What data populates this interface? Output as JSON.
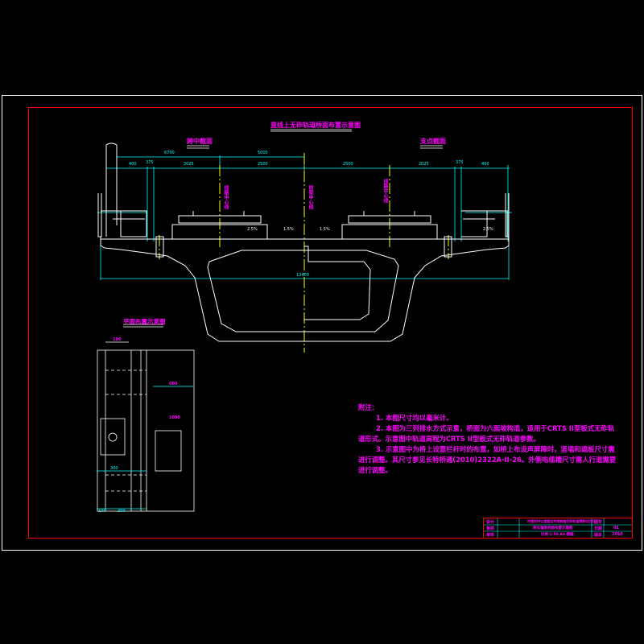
{
  "drawing": {
    "main_title": "直线上无砟轨道桥面布置示意图",
    "section_left_label": "跨中截面",
    "section_right_label": "支点截面",
    "plan_title": "平面布置示意图",
    "centerline_labels": [
      "线路中心线",
      "桥梁中心线",
      "线路中心线"
    ],
    "slopes": [
      "2.5%",
      "1.5%",
      "1.5%",
      "2.5%"
    ],
    "dimensions": {
      "overall_width": "13400",
      "half_width": "6700",
      "track_spacing": "5000",
      "segments": [
        "400",
        "375",
        "2025",
        "2500",
        "2500",
        "2025",
        "375",
        "400"
      ]
    },
    "plan_dims": [
      "100",
      "600",
      "1000",
      "300",
      "100",
      "300"
    ]
  },
  "notes": {
    "heading": "附注：",
    "items": [
      "1. 本图尺寸均以毫米计。",
      "2. 本图为三列排水方式示意，桥面为六面坡构造，适用于CRTS II型板式无砟轨道形式。示意图中轨道高程为CRTS II型板式无砟轨道参数。",
      "3. 示意图中为桥上设置栏杆时的布置，如桥上布设声屏障时，竖墙和遮板尺寸需进行调整。其尺寸参见长特桥通(2010)2322A-II-26。外侧电缆槽尺寸需人行道需要进行调整。"
    ]
  },
  "title_block": {
    "left_labels": [
      "设计",
      "复核",
      "审核"
    ],
    "title_line1": "时速350公里客运专线铁路无砟轨道预制(后张)",
    "title_line2": "简支箱梁桥面布置示意图",
    "scale_line": "比例 1:50    A3 图幅",
    "right_labels": [
      "图号",
      "日期",
      "版本"
    ],
    "right_values": [
      "",
      "01",
      "2010"
    ]
  },
  "colors": {
    "frame_red": "#ff0000",
    "dim_cyan": "#00ffff",
    "text_magenta": "#ff00ff",
    "centerline_yellow": "#ffff00",
    "structure_white": "#ffffff"
  }
}
